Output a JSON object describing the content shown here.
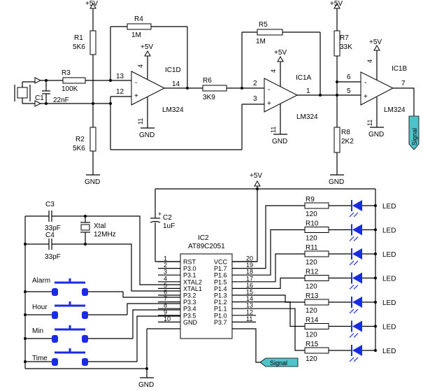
{
  "supply": {
    "label": "+5V"
  },
  "ground": {
    "label": "GND"
  },
  "signal": {
    "label": "Signal",
    "color": "#4fc3c8"
  },
  "led_color": "#1a2be6",
  "switch_color": "#1a2be6",
  "resistors": {
    "R1": {
      "name": "R1",
      "value": "5K6"
    },
    "R2": {
      "name": "R2",
      "value": "5K6"
    },
    "R3": {
      "name": "R3",
      "value": "100K"
    },
    "R4": {
      "name": "R4",
      "value": "1M"
    },
    "R5": {
      "name": "R5",
      "value": "1M"
    },
    "R6": {
      "name": "R6",
      "value": "3K9"
    },
    "R7": {
      "name": "R7",
      "value": "33K"
    },
    "R8": {
      "name": "R8",
      "value": "2K2"
    }
  },
  "capacitors": {
    "C1": {
      "name": "C1",
      "value": "22nF"
    },
    "C2": {
      "name": "C2",
      "value": "1uF",
      "plus": "+"
    },
    "C3": {
      "name": "C3",
      "value": "33pF"
    },
    "C4": {
      "name": "C4",
      "value": "33pF"
    }
  },
  "crystal": {
    "name": "Xtal",
    "value": "12MHz"
  },
  "opamps": {
    "IC1D": {
      "name": "IC1D",
      "type": "LM324",
      "in_neg": "13",
      "in_pos": "12",
      "out": "14",
      "vcc": "4",
      "gnd": "11"
    },
    "IC1A": {
      "name": "IC1A",
      "type": "LM324",
      "in_neg": "2",
      "in_pos": "3",
      "out": "1",
      "vcc": "4",
      "gnd": "11"
    },
    "IC1B": {
      "name": "IC1B",
      "type": "LM324",
      "in_neg": "6",
      "in_pos": "5",
      "out": "7",
      "vcc": "4",
      "gnd": "11"
    }
  },
  "signs": {
    "minus": "-",
    "plus": "+"
  },
  "mcu": {
    "name": "IC2",
    "type": "AT89C2051",
    "left_pins": [
      {
        "num": "1",
        "name": "RST"
      },
      {
        "num": "2",
        "name": "P3.0"
      },
      {
        "num": "3",
        "name": "P3.1"
      },
      {
        "num": "4",
        "name": "XTAL2"
      },
      {
        "num": "5",
        "name": "XTAL1"
      },
      {
        "num": "6",
        "name": "P3.2"
      },
      {
        "num": "7",
        "name": "P3.3"
      },
      {
        "num": "8",
        "name": "P3.4"
      },
      {
        "num": "9",
        "name": "P3.5"
      },
      {
        "num": "10",
        "name": "GND"
      }
    ],
    "right_pins": [
      {
        "num": "20",
        "name": "VCC"
      },
      {
        "num": "19",
        "name": "P1.7"
      },
      {
        "num": "18",
        "name": "P1.6"
      },
      {
        "num": "17",
        "name": "P1.5"
      },
      {
        "num": "16",
        "name": "P1.4"
      },
      {
        "num": "15",
        "name": "P1.3"
      },
      {
        "num": "14",
        "name": "P1.2"
      },
      {
        "num": "13",
        "name": "P1.1"
      },
      {
        "num": "12",
        "name": "P1.0"
      },
      {
        "num": "11",
        "name": "P3.7"
      }
    ]
  },
  "led_resistors": [
    {
      "name": "R9",
      "value": "120"
    },
    {
      "name": "R10",
      "value": "120"
    },
    {
      "name": "R11",
      "value": "120"
    },
    {
      "name": "R12",
      "value": "120"
    },
    {
      "name": "R13",
      "value": "120"
    },
    {
      "name": "R14",
      "value": "120"
    },
    {
      "name": "R15",
      "value": "120"
    }
  ],
  "led_label": "LED",
  "switches": [
    "Alarm",
    "Hour",
    "Min",
    "Time"
  ]
}
